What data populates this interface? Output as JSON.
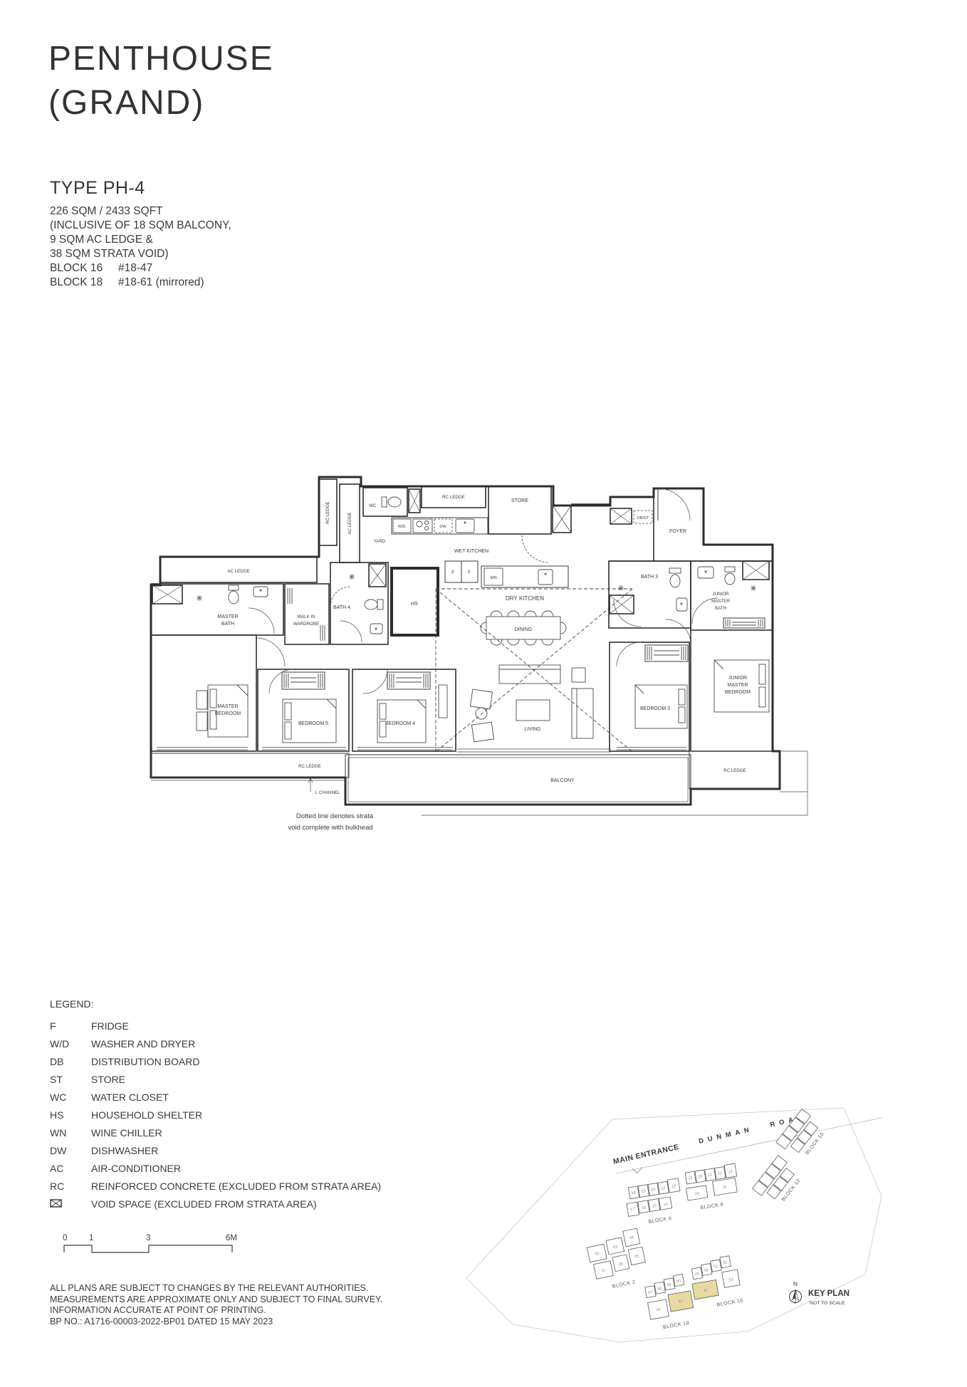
{
  "header": {
    "title_line1": "PENTHOUSE",
    "title_line2": "(GRAND)"
  },
  "unit_info": {
    "type": "TYPE PH-4",
    "area": "226 SQM / 2433 SQFT",
    "inclusive1": "(INCLUSIVE OF 18 SQM BALCONY,",
    "inclusive2": "9 SQM AC LEDGE &",
    "inclusive3": "38 SQM STRATA VOID)",
    "block1_name": "BLOCK 16",
    "block1_unit": "#18-47",
    "block2_name": "BLOCK 18",
    "block2_unit": "#18-61 (mirrored)"
  },
  "floorplan": {
    "labels": {
      "rc_ledge": "RC LEDGE",
      "ac_ledge": "AC LEDGE",
      "wc": "WC",
      "yard": "YARD",
      "wd": "W/D",
      "dw": "DW",
      "store": "STORE",
      "wet_kitchen": "WET KITCHEN",
      "db_st": "DB/ST",
      "foyer": "FOYER",
      "bath3": "BATH 3",
      "bath4": "BATH 4",
      "hs": "HS",
      "f": "F",
      "wn": "WN",
      "dry_kitchen": "DRY KITCHEN",
      "dining": "DINING",
      "living": "LIVING",
      "bedroom5": "BEDROOM 5",
      "bedroom4": "BEDROOM 4",
      "bedroom3": "BEDROOM 3",
      "balcony": "BALCONY",
      "l_channel": "L CHANNEL",
      "master_bath": [
        "MASTER",
        "BATH"
      ],
      "walk_in_wardrobe": [
        "WALK IN",
        "WARDROBE"
      ],
      "master_bedroom": [
        "MASTER",
        "BEDROOM"
      ],
      "junior_master_bath": [
        "JUNIOR",
        "MASTER",
        "BATH"
      ],
      "junior_master_bedroom": [
        "JUNIOR",
        "MASTER",
        "BEDROOM"
      ]
    },
    "annotation": [
      "Dotted line denotes strata",
      "void complete with bulkhead"
    ]
  },
  "legend": {
    "title": "LEGEND:",
    "items": [
      {
        "abbr": "F",
        "desc": "FRIDGE"
      },
      {
        "abbr": "W/D",
        "desc": "WASHER AND DRYER"
      },
      {
        "abbr": "DB",
        "desc": "DISTRIBUTION BOARD"
      },
      {
        "abbr": "ST",
        "desc": "STORE"
      },
      {
        "abbr": "WC",
        "desc": "WATER CLOSET"
      },
      {
        "abbr": "HS",
        "desc": "HOUSEHOLD SHELTER"
      },
      {
        "abbr": "WN",
        "desc": "WINE CHILLER"
      },
      {
        "abbr": "DW",
        "desc": "DISHWASHER"
      },
      {
        "abbr": "AC",
        "desc": "AIR-CONDITIONER"
      },
      {
        "abbr": "RC",
        "desc": "REINFORCED CONCRETE (EXCLUDED FROM STRATA AREA)"
      },
      {
        "abbr": "",
        "desc": "VOID SPACE (EXCLUDED FROM STRATA AREA)",
        "icon": "void-space-icon"
      }
    ]
  },
  "scalebar": {
    "t0": "0",
    "t1": "1",
    "t3": "3",
    "t6": "6M"
  },
  "footer": {
    "line1": "ALL PLANS ARE SUBJECT TO CHANGES BY THE RELEVANT AUTHORITIES.",
    "line2": "MEASUREMENTS ARE APPROXIMATE ONLY AND SUBJECT TO FINAL SURVEY.",
    "line3": "INFORMATION ACCURATE AT POINT OF PRINTING.",
    "line4": "BP NO.: A1716-00003-2022-BP01 DATED 15 MAY 2023"
  },
  "keyplan": {
    "main_entrance": "MAIN ENTRANCE",
    "road": "DUNMAN ROAD",
    "label": "KEY PLAN",
    "not_to_scale": "NOT TO SCALE",
    "north": "N",
    "highlight_color": "#e8d9a2",
    "block6": {
      "label": "BLOCK 6",
      "top": [
        "18",
        "19",
        "20",
        "12",
        "13"
      ],
      "bottom": [
        "17",
        "16",
        "15",
        "14"
      ]
    },
    "block8": {
      "label": "BLOCK 8",
      "top": [
        "28",
        "29",
        "21",
        "22",
        "23"
      ],
      "bottom": [
        "26",
        "24"
      ]
    },
    "block10": {
      "label": "BLOCK 10"
    },
    "block12": {
      "label": "BLOCK 12"
    },
    "block2": {
      "label": "BLOCK 2",
      "top": [
        "02",
        "03",
        "04"
      ],
      "bottom": [
        "01",
        "06",
        "05"
      ]
    },
    "block18": {
      "label": "BLOCK 18",
      "top": [
        "57",
        "58",
        "59",
        "60"
      ],
      "bottom": [
        "55",
        "61"
      ]
    },
    "block16": {
      "label": "BLOCK 16",
      "top": [
        "49",
        "50",
        "51",
        "52"
      ],
      "bottom": [
        "47",
        "53"
      ]
    }
  }
}
